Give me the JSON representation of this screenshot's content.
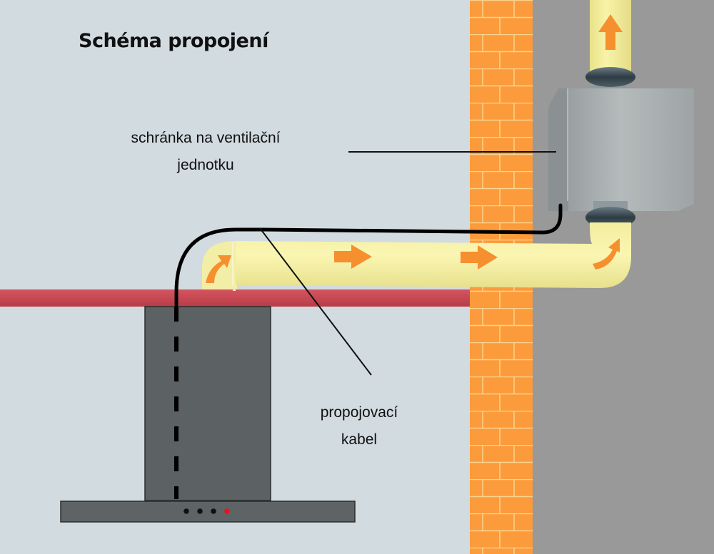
{
  "diagram": {
    "title": "Schéma propojení",
    "labels": {
      "unit_box_line1": "schránka na ventilační",
      "unit_box_line2": "jednotku",
      "cable_line1": "propojovací",
      "cable_line2": "kabel"
    },
    "components": [
      {
        "id": "cooker-hood",
        "name": "kitchen cooker hood"
      },
      {
        "id": "ventilation-unit-box",
        "name": "ventilation unit enclosure"
      },
      {
        "id": "duct",
        "name": "insulated air duct"
      },
      {
        "id": "connecting-cable",
        "name": "connecting cable"
      },
      {
        "id": "brick-wall",
        "name": "brick wall"
      },
      {
        "id": "ceiling-beam",
        "name": "ceiling / shelf board"
      }
    ],
    "hood_indicators": [
      {
        "state": "off",
        "color": "#111111"
      },
      {
        "state": "off",
        "color": "#111111"
      },
      {
        "state": "off",
        "color": "#111111"
      },
      {
        "state": "on",
        "color": "#e8141c"
      }
    ],
    "airflow_direction": "from hood up through duct, right through wall, up through unit box",
    "colors": {
      "background_room": "#d2dbe0",
      "background_outside": "#999999",
      "brick": "#fb9b3b",
      "mortar": "#fdd38f",
      "duct": "#f6f1a0",
      "arrow": "#f68f2e",
      "beam": "#c8454f",
      "hood": "#5c6163",
      "unit_box": "#a6acad",
      "cable": "#000000"
    }
  }
}
